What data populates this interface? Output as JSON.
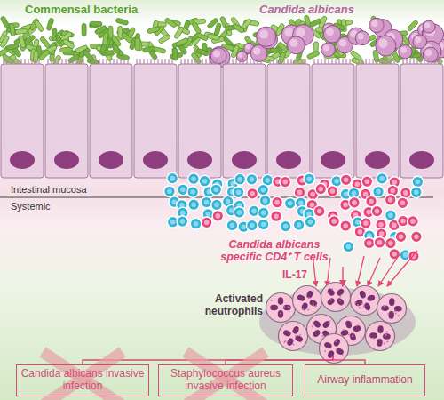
{
  "diagram": {
    "nodes": [
      {
        "text": [
          "Candida albicans specific CD4⁺ T cells"
        ]
      },
      {
        "text": [
          "Activated neutrophils"
        ]
      },
      {
        "text": [
          "Candida albicans invasive infection"
        ]
      },
      {
        "text": [
          "Staphylococcus aureus invasive infection"
        ]
      },
      {
        "text": [
          "Airway inflammation"
        ]
      }
    ],
    "edges": [
      {
        "from": 0,
        "to": 1,
        "arrow": "to",
        "label": "IL-17"
      },
      {
        "from": 1,
        "to": 2,
        "arrow": "none"
      },
      {
        "from": 1,
        "to": 3,
        "arrow": "none"
      },
      {
        "from": 1,
        "to": 4,
        "arrow": "none"
      }
    ],
    "labels": [
      "Commensal bacteria",
      "Candida albicans",
      "Intestinal mucosa",
      "Systemic"
    ]
  }
}
